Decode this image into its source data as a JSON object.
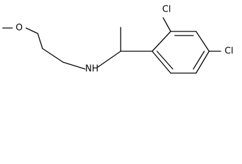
{
  "structure": {
    "atoms": {
      "oxygen": "O",
      "nitrogen": "NH",
      "chlorine_ortho": "Cl",
      "chlorine_para": "Cl"
    }
  }
}
